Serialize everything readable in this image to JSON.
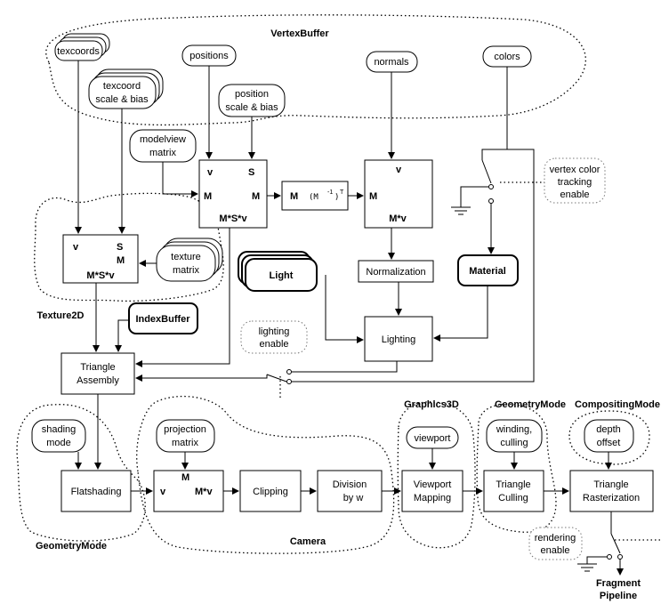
{
  "groups": {
    "vertex_buffer": "VertexBuffer",
    "texture2d": "Texture2D",
    "geometry_mode_left": "GeometryMode",
    "camera": "Camera",
    "graphics3d": "Graphics3D",
    "geometry_mode_right": "GeometryMode",
    "compositing_mode": "CompositingMode"
  },
  "inputs": {
    "texcoords": "texcoords",
    "texcoord_scale_bias": [
      "texcoord",
      "scale & bias"
    ],
    "positions": "positions",
    "position_scale_bias": [
      "position",
      "scale & bias"
    ],
    "normals": "normals",
    "colors": "colors",
    "modelview_matrix": [
      "modelview",
      "matrix"
    ],
    "texture_matrix": [
      "texture",
      "matrix"
    ],
    "shading_mode": [
      "shading",
      "mode"
    ],
    "projection_matrix": [
      "projection",
      "matrix"
    ],
    "viewport": "viewport",
    "winding_culling": [
      "winding,",
      "culling"
    ],
    "depth_offset": [
      "depth",
      "offset"
    ]
  },
  "blocks": {
    "position_transform": {
      "v": "v",
      "s": "S",
      "m_in": "M",
      "m_out": "M",
      "result": "M*S*v"
    },
    "inverse_transpose": {
      "m": "M",
      "expr": "(M",
      "exp": "-1",
      "close": ")",
      "t": "T"
    },
    "normal_transform": {
      "v": "v",
      "m": "M",
      "result": "M*v"
    },
    "texcoord_transform": {
      "v": "v",
      "s": "S",
      "m": "M",
      "result": "M*S*v"
    },
    "normalization": "Normalization",
    "material": "Material",
    "light": "Light",
    "lighting": "Lighting",
    "index_buffer": "IndexBuffer",
    "triangle_assembly": [
      "Triangle",
      "Assembly"
    ],
    "flatshading": "Flatshading",
    "projection_block": {
      "m": "M",
      "v": "v",
      "result": "M*v"
    },
    "clipping": "Clipping",
    "division": [
      "Division",
      "by w"
    ],
    "viewport_mapping": [
      "Viewport",
      "Mapping"
    ],
    "triangle_culling": [
      "Triangle",
      "Culling"
    ],
    "triangle_rasterization": [
      "Triangle",
      "Rasterization"
    ]
  },
  "notes": {
    "vertex_color_tracking": [
      "vertex color",
      "tracking",
      "enable"
    ],
    "lighting_enable": [
      "lighting",
      "enable"
    ],
    "rendering_enable": [
      "rendering",
      "enable"
    ]
  },
  "outputs": {
    "fragment_pipeline": [
      "Fragment",
      "Pipeline"
    ]
  }
}
